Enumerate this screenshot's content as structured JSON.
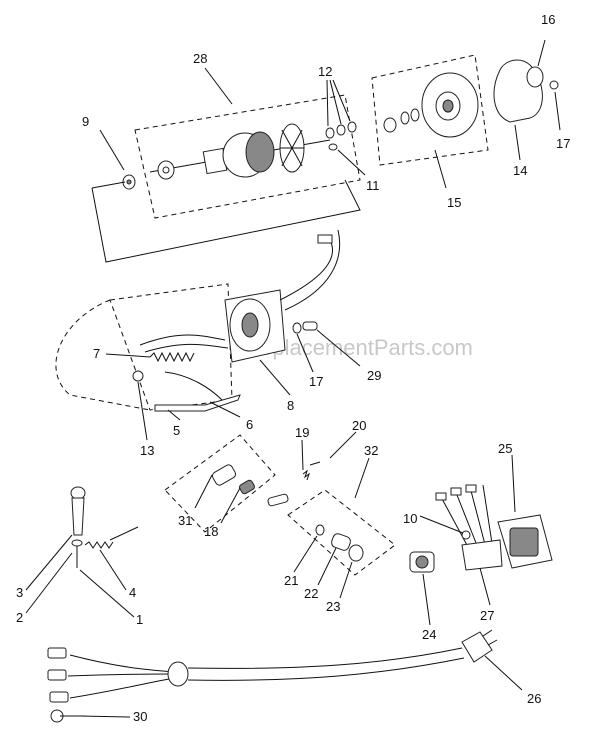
{
  "watermark": "eReplacementParts.com",
  "callouts": {
    "c1": "1",
    "c2": "2",
    "c3": "3",
    "c4": "4",
    "c5": "5",
    "c6": "6",
    "c7": "7",
    "c8": "8",
    "c9": "9",
    "c10": "10",
    "c11": "11",
    "c12": "12",
    "c13": "13",
    "c14": "14",
    "c15": "15",
    "c16": "16",
    "c17a": "17",
    "c17b": "17",
    "c18": "18",
    "c19": "19",
    "c20": "20",
    "c21": "21",
    "c22": "22",
    "c23": "23",
    "c24": "24",
    "c25": "25",
    "c26": "26",
    "c27": "27",
    "c28": "28",
    "c29": "29",
    "c30": "30",
    "c31": "31",
    "c32": "32"
  }
}
